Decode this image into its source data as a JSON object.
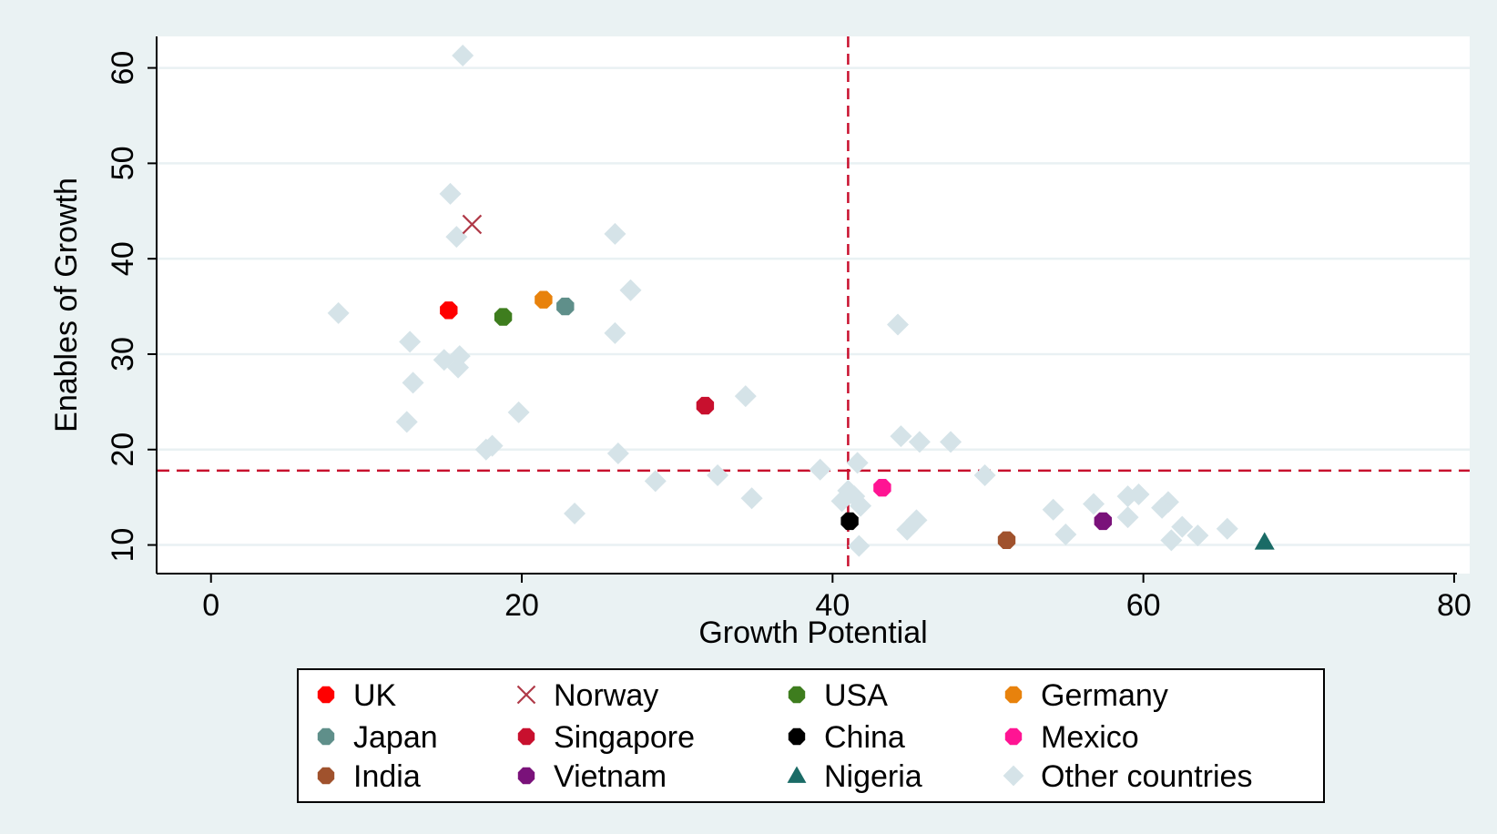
{
  "chart_data": {
    "type": "scatter",
    "xlabel": "Growth Potential",
    "ylabel": "Enables of Growth",
    "xlim": [
      -3.5,
      81
    ],
    "ylim": [
      7,
      63.3
    ],
    "xticks": [
      0,
      20,
      40,
      60,
      80
    ],
    "yticks": [
      10,
      20,
      30,
      40,
      50,
      60
    ],
    "grid": "horizontal",
    "reference_lines": {
      "x": 41,
      "y": 17.8,
      "color": "#c8102e",
      "style": "dashed"
    },
    "legend_position": "bottom",
    "highlighted": [
      {
        "name": "UK",
        "x": 15.3,
        "y": 34.6,
        "color": "#ff0000",
        "marker": "circle"
      },
      {
        "name": "Norway",
        "x": 16.8,
        "y": 43.6,
        "color": "#b03a48",
        "marker": "x"
      },
      {
        "name": "USA",
        "x": 18.8,
        "y": 33.9,
        "color": "#3e7d1e",
        "marker": "circle"
      },
      {
        "name": "Germany",
        "x": 21.4,
        "y": 35.7,
        "color": "#e8820c",
        "marker": "circle"
      },
      {
        "name": "Japan",
        "x": 22.8,
        "y": 35.0,
        "color": "#5f8f8a",
        "marker": "circle"
      },
      {
        "name": "Singapore",
        "x": 31.8,
        "y": 24.6,
        "color": "#c8102e",
        "marker": "circle"
      },
      {
        "name": "China",
        "x": 41.1,
        "y": 12.5,
        "color": "#000000",
        "marker": "circle"
      },
      {
        "name": "Mexico",
        "x": 43.2,
        "y": 16.0,
        "color": "#ff1493",
        "marker": "circle"
      },
      {
        "name": "India",
        "x": 51.2,
        "y": 10.5,
        "color": "#a0522d",
        "marker": "circle"
      },
      {
        "name": "Vietnam",
        "x": 57.4,
        "y": 12.5,
        "color": "#7a127a",
        "marker": "circle"
      },
      {
        "name": "Nigeria",
        "x": 67.8,
        "y": 10.3,
        "color": "#1a6b66",
        "marker": "triangle"
      }
    ],
    "other_countries": {
      "name": "Other countries",
      "color": "#d5e3e8",
      "marker": "diamond",
      "points": [
        [
          16.2,
          61.3
        ],
        [
          15.4,
          46.8
        ],
        [
          15.8,
          42.3
        ],
        [
          26.0,
          42.6
        ],
        [
          27.0,
          36.7
        ],
        [
          8.2,
          34.3
        ],
        [
          12.8,
          31.3
        ],
        [
          26.0,
          32.2
        ],
        [
          44.2,
          33.1
        ],
        [
          15.0,
          29.4
        ],
        [
          16.0,
          29.8
        ],
        [
          15.9,
          28.6
        ],
        [
          13.0,
          27.0
        ],
        [
          34.4,
          25.6
        ],
        [
          19.8,
          23.9
        ],
        [
          12.6,
          22.9
        ],
        [
          44.4,
          21.4
        ],
        [
          45.6,
          20.8
        ],
        [
          47.6,
          20.8
        ],
        [
          17.7,
          20.0
        ],
        [
          18.1,
          20.4
        ],
        [
          26.2,
          19.6
        ],
        [
          39.2,
          17.9
        ],
        [
          41.6,
          18.6
        ],
        [
          49.8,
          17.3
        ],
        [
          28.6,
          16.7
        ],
        [
          32.6,
          17.3
        ],
        [
          34.8,
          14.9
        ],
        [
          41.0,
          15.7
        ],
        [
          41.4,
          15.1
        ],
        [
          40.6,
          14.6
        ],
        [
          41.8,
          14.1
        ],
        [
          23.4,
          13.3
        ],
        [
          44.8,
          11.6
        ],
        [
          45.4,
          12.6
        ],
        [
          41.7,
          9.9
        ],
        [
          54.2,
          13.7
        ],
        [
          55.0,
          11.1
        ],
        [
          56.8,
          14.3
        ],
        [
          59.0,
          12.9
        ],
        [
          59.0,
          15.1
        ],
        [
          59.7,
          15.3
        ],
        [
          61.6,
          14.5
        ],
        [
          61.2,
          13.9
        ],
        [
          61.8,
          10.5
        ],
        [
          62.5,
          11.9
        ],
        [
          63.5,
          11.0
        ],
        [
          65.4,
          11.7
        ]
      ]
    }
  }
}
